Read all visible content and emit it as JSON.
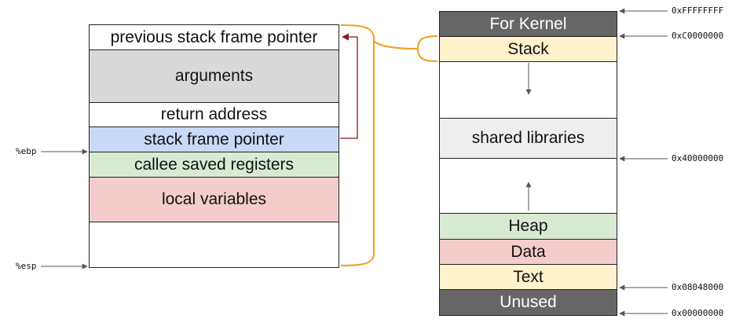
{
  "stack_frame": {
    "rows": [
      {
        "label": "previous stack frame pointer",
        "color": "#ffffff"
      },
      {
        "label": "arguments",
        "color": "#d9d9d9"
      },
      {
        "label": "return address",
        "color": "#ffffff"
      },
      {
        "label": "stack frame pointer",
        "color": "#c9daf8"
      },
      {
        "label": "callee saved registers",
        "color": "#d9ead3"
      },
      {
        "label": "local variables",
        "color": "#f4cccc"
      },
      {
        "label": "",
        "color": "#ffffff"
      }
    ],
    "registers": {
      "ebp": "%ebp",
      "esp": "%esp"
    }
  },
  "memory_map": {
    "rows": [
      {
        "label": "For Kernel",
        "color": "#666666",
        "text_color": "#ffffff"
      },
      {
        "label": "Stack",
        "color": "#fff2cc",
        "text_color": "#111111"
      },
      {
        "label": "",
        "color": "#ffffff",
        "text_color": "#111111"
      },
      {
        "label": "shared libraries",
        "color": "#eeeeee",
        "text_color": "#111111"
      },
      {
        "label": "",
        "color": "#ffffff",
        "text_color": "#111111"
      },
      {
        "label": "Heap",
        "color": "#d9ead3",
        "text_color": "#111111"
      },
      {
        "label": "Data",
        "color": "#f4cccc",
        "text_color": "#111111"
      },
      {
        "label": "Text",
        "color": "#fff2cc",
        "text_color": "#111111"
      },
      {
        "label": "Unused",
        "color": "#666666",
        "text_color": "#ffffff"
      }
    ],
    "addresses": [
      "0xFFFFFFFF",
      "0xC0000000",
      "0x40000000",
      "0x08048000",
      "0x00000000"
    ]
  },
  "colors": {
    "bracket": "#f0a020",
    "pointer_arrow": "#8b1a1a",
    "line": "#555555"
  }
}
